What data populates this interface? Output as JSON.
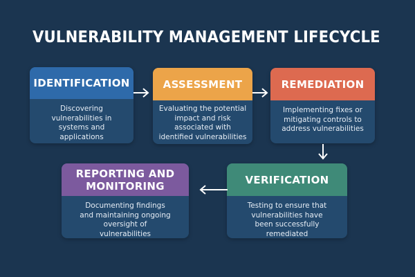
{
  "title": "VULNERABILITY MANAGEMENT LIFECYCLE",
  "colors": {
    "background": "#1b3550",
    "card_body": "#244a6e",
    "identification": "#2e6aaa",
    "assessment": "#eca449",
    "remediation": "#dd6a50",
    "verification": "#3f8a78",
    "reporting": "#7c5a9e",
    "arrow": "#ffffff"
  },
  "stages": [
    {
      "id": "identification",
      "title": "IDENTIFICATION",
      "description": "Discovering vulnerabilities in systems and applications"
    },
    {
      "id": "assessment",
      "title": "ASSESSMENT",
      "description": "Evaluating the potential impact and risk associated with identified vulnerabilities"
    },
    {
      "id": "remediation",
      "title": "REMEDIATION",
      "description": "Implementing fixes or mitigating controls to address vulnerabilities"
    },
    {
      "id": "verification",
      "title": "VERIFICATION",
      "description": "Testing to ensure that vulnerabilities have been successfully remediated"
    },
    {
      "id": "reporting",
      "title": "REPORTING AND MONITORING",
      "description": "Documenting findings and maintaining ongoing oversight of vulnerabilities"
    }
  ],
  "flow": [
    {
      "from": "identification",
      "to": "assessment",
      "direction": "right"
    },
    {
      "from": "assessment",
      "to": "remediation",
      "direction": "right"
    },
    {
      "from": "remediation",
      "to": "verification",
      "direction": "down"
    },
    {
      "from": "verification",
      "to": "reporting",
      "direction": "left"
    }
  ]
}
